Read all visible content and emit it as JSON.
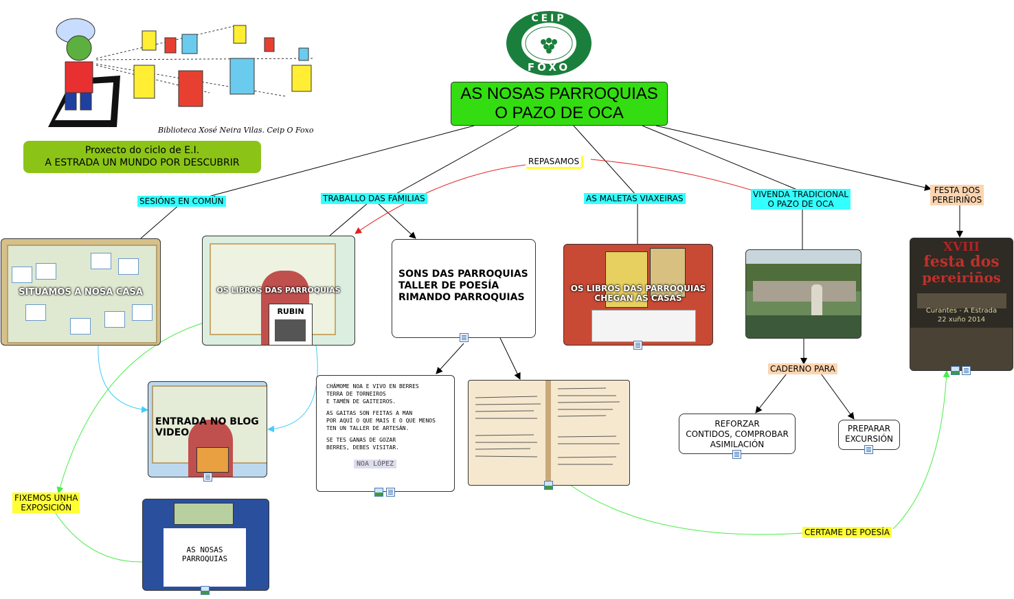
{
  "logo": {
    "top": "CEIP",
    "bottom": "FOXO"
  },
  "header": {
    "title_line1": "AS NOSAS PARROQUIAS",
    "title_line2": "O PAZO DE OCA",
    "library_caption": "Biblioteca Xosé Neira Vilas. Ceip O Foxo"
  },
  "project": {
    "line1": "Proxecto do ciclo de E.I.",
    "line2": "A ESTRADA UN MUNDO POR DESCUBRIR"
  },
  "labels": {
    "repasamos": "REPASAMOS",
    "sesions": "SESIÓNS EN COMÚN",
    "traballo": "TRABALLO DAS FAMILIAS",
    "maletas": "AS MALETAS VIAXEIRAS",
    "vivenda_l1": "VIVENDA TRADICIONAL",
    "vivenda_l2": "O PAZO DE OCA",
    "festa_l1": "FESTA DOS",
    "festa_l2": "PEREIRIÑOS",
    "caderno": "CADERNO PARA",
    "fixemos_l1": "FIXEMOS UNHA",
    "fixemos_l2": "EXPOSICIÓN",
    "certame": "CERTAME DE POESÍA"
  },
  "nodes": {
    "situamos": "SITUAMOS A NOSA CASA",
    "libros": "OS LIBROS DAS PARROQUIAS",
    "sons_l1": "SONS DAS PARROQUIAS",
    "sons_l2": "TALLER DE POESÍA",
    "sons_l3": "RIMANDO PARROQUIAS",
    "chegan_l1": "OS LIBROS DAS PARROQUIAS",
    "chegan_l2": "CHEGAN ÁS CASAS",
    "blog_l1": "ENTRADA NO BLOG",
    "blog_l2": "VIDEO",
    "reforzar_l1": "REFORZAR",
    "reforzar_l2": "CONTIDOS, COMPROBAR",
    "reforzar_l3": "ASIMILACIÓN",
    "preparar_l1": "PREPARAR",
    "preparar_l2": "EXCURSIÓN"
  },
  "poem": {
    "l1": "CHÁMOME NOA E VIVO EN BERRES",
    "l2": "TERRA DE TORNEIROS",
    "l3": "E TAMÉN DE GAITEIROS.",
    "l4": "AS GAITAS SON FEITAS A MAN",
    "l5": "POR AQUÍ O QUE MAIS E O QUE MENOS",
    "l6": "TEN UN TALLER DE ARTESÁN.",
    "l7": "SE TES GANAS DE GOZAR",
    "l8": "BERRES, DEBES VISITAR.",
    "signature": "NOA LÓPEZ"
  },
  "poster": {
    "l1": "XVIII",
    "l2": "festa dos",
    "l3": "pereiriños",
    "l4": "Curantes - A Estrada",
    "l5": "22 xuño 2014"
  },
  "book_sign": {
    "name": "RUBIN"
  },
  "exposicion_sign": {
    "l1": "AS NOSAS",
    "l2": "PARROQUIAS"
  },
  "colors": {
    "green": "#33dd11",
    "olive": "#8bc417",
    "cyan": "#33ffff",
    "yellow": "#ffff33",
    "peach": "#fcd5b0",
    "red": "#e02020",
    "lightgreen": "#44ee44",
    "lightblue": "#44ccff"
  }
}
